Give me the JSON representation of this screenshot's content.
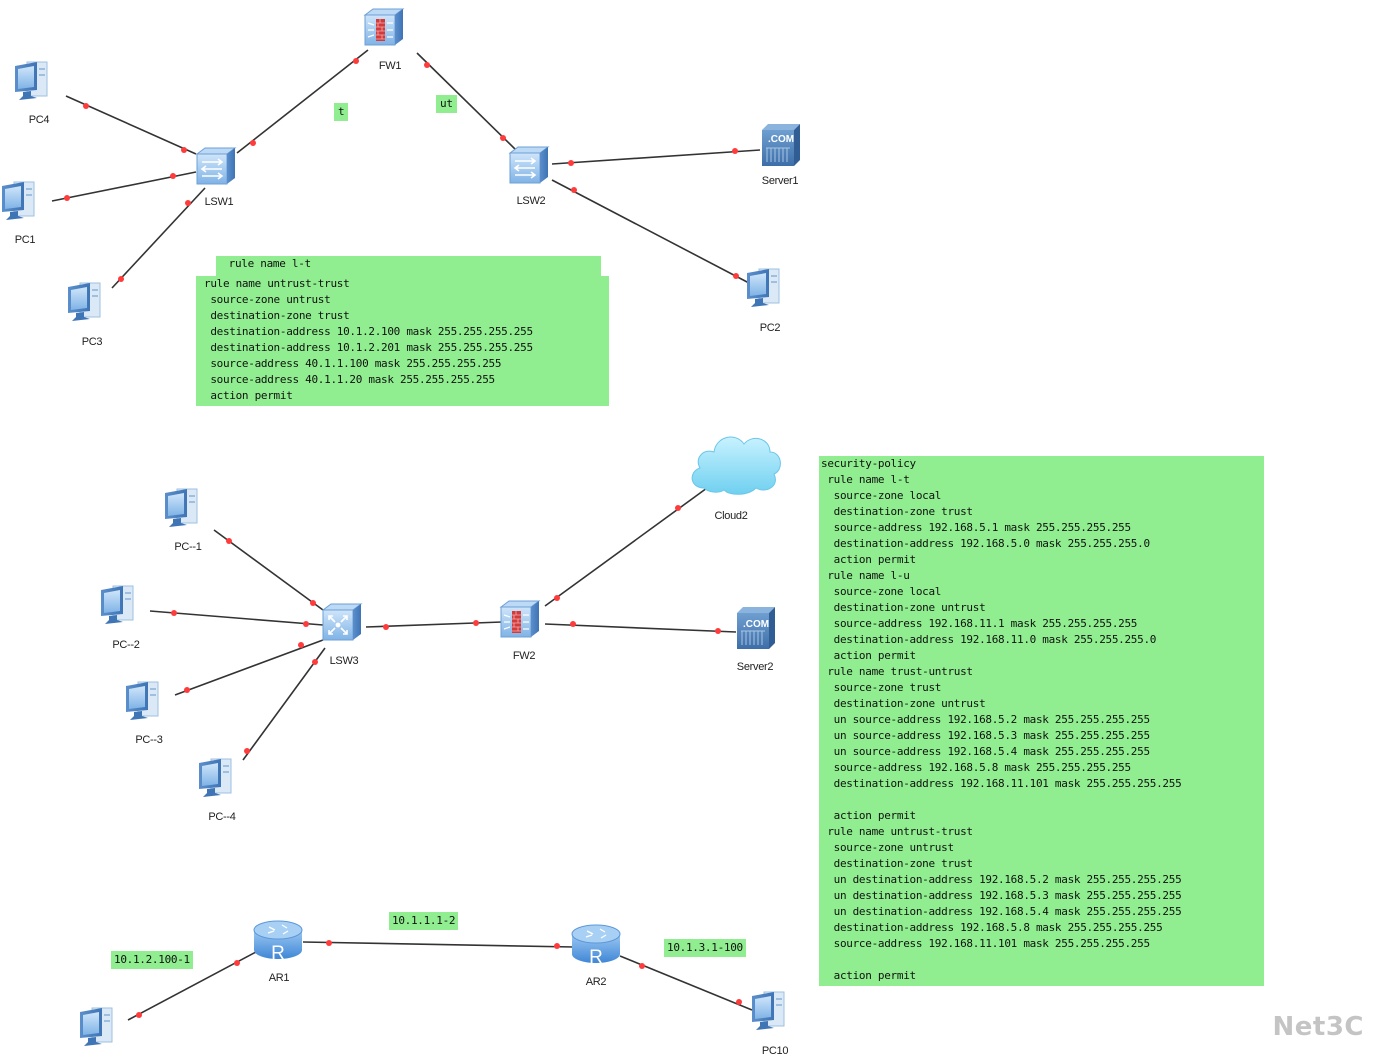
{
  "devices": {
    "FW1": "FW1",
    "LSW1": "LSW1",
    "LSW2": "LSW2",
    "PC4": "PC4",
    "PC1": "PC1",
    "PC3": "PC3",
    "Server1": "Server1",
    "PC2": "PC2",
    "PC_1": "PC--1",
    "PC_2": "PC--2",
    "PC_3": "PC--3",
    "PC_4": "PC--4",
    "LSW3": "LSW3",
    "FW2": "FW2",
    "Cloud2": "Cloud2",
    "Server2": "Server2",
    "AR1": "AR1",
    "AR2": "AR2",
    "PC10": "PC10"
  },
  "server_icon_text": ".COM",
  "router_icon_text": "R",
  "link_labels": {
    "t": "t",
    "ut": "ut",
    "ar1_pc": "10.1.2.100-1",
    "ar1_ar2": "10.1.1.1-2",
    "ar2_pc10": "10.1.3.1-100"
  },
  "note_top_header": "  rule name l-t",
  "note_top": [
    "rule name untrust-trust",
    " source-zone untrust",
    " destination-zone trust",
    " destination-address 10.1.2.100 mask 255.255.255.255",
    " destination-address 10.1.2.201 mask 255.255.255.255",
    " source-address 40.1.1.100 mask 255.255.255.255",
    " source-address 40.1.1.20 mask 255.255.255.255",
    " action permit"
  ],
  "note_right": [
    "security-policy",
    " rule name l-t",
    "  source-zone local",
    "  destination-zone trust",
    "  source-address 192.168.5.1 mask 255.255.255.255",
    "  destination-address 192.168.5.0 mask 255.255.255.0",
    "  action permit",
    " rule name l-u",
    "  source-zone local",
    "  destination-zone untrust",
    "  source-address 192.168.11.1 mask 255.255.255.255",
    "  destination-address 192.168.11.0 mask 255.255.255.0",
    "  action permit",
    " rule name trust-untrust",
    "  source-zone trust",
    "  destination-zone untrust",
    "  un source-address 192.168.5.2 mask 255.255.255.255",
    "  un source-address 192.168.5.3 mask 255.255.255.255",
    "  un source-address 192.168.5.4 mask 255.255.255.255",
    "  source-address 192.168.5.8 mask 255.255.255.255",
    "  destination-address 192.168.11.101 mask 255.255.255.255",
    "",
    "  action permit",
    " rule name untrust-trust",
    "  source-zone untrust",
    "  destination-zone trust",
    "  un destination-address 192.168.5.2 mask 255.255.255.255",
    "  un destination-address 192.168.5.3 mask 255.255.255.255",
    "  un destination-address 192.168.5.4 mask 255.255.255.255",
    "  destination-address 192.168.5.8 mask 255.255.255.255",
    "  source-address 192.168.11.101 mask 255.255.255.255",
    "",
    "  action permit"
  ],
  "watermark": "Net3C",
  "colors": {
    "note_bg": "#90ee90",
    "link": "#333333",
    "port_dot": "#ff3b3b",
    "device_blue": "#7fb3e6",
    "cloud": "#8fdcf5"
  }
}
